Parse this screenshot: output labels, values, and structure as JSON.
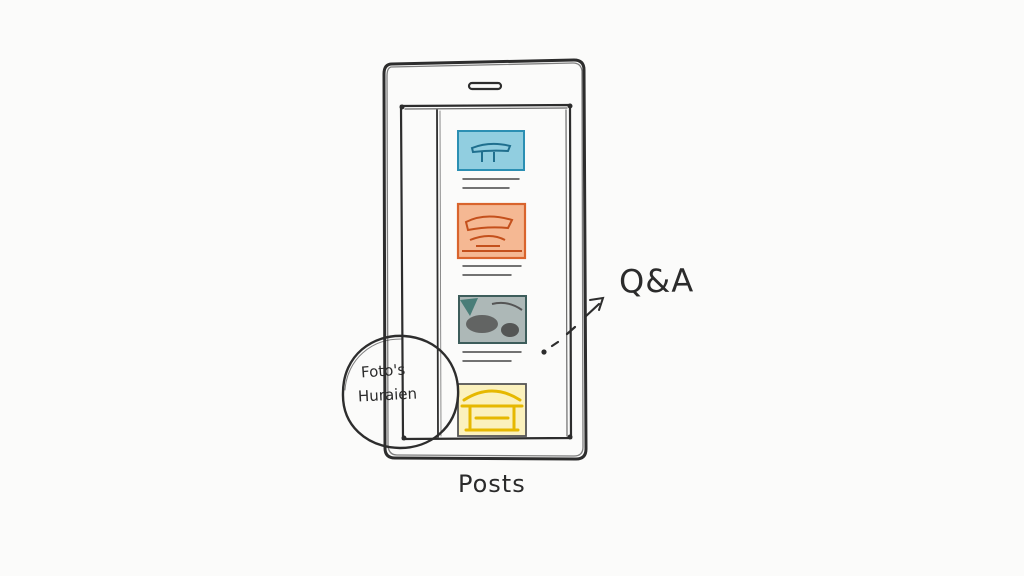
{
  "annotations": {
    "qa": "Q&A",
    "posts": "Posts",
    "circle_line1": "Foto's",
    "circle_line2": "Huraien"
  },
  "thumbnails": [
    {
      "color": "#5cb4cf",
      "icon": "boat-sketch-icon"
    },
    {
      "color": "#e8834a",
      "icon": "boat-sketch-icon"
    },
    {
      "color": "#6f8f8c",
      "icon": "rocks-sketch-icon"
    },
    {
      "color": "#f2cf2c",
      "icon": "house-sketch-icon"
    }
  ],
  "colors": {
    "ink": "#2d2d2d",
    "paper": "#fbfbfa"
  }
}
